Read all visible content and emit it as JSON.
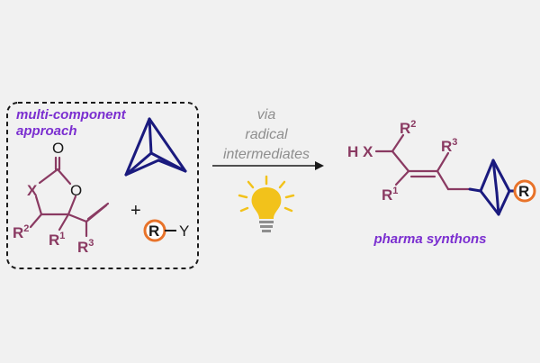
{
  "colors": {
    "background": "#f1f1f1",
    "purple": "#7b2fd0",
    "navy": "#1a1a7e",
    "maroon": "#8a3a62",
    "gray": "#8e8e8e",
    "black": "#1a1a1a",
    "orange": "#e8732a",
    "bulb": "#f2c21b"
  },
  "reactants": {
    "heading_line1": "multi-component",
    "heading_line2": "approach",
    "atom_O_carbonyl": "O",
    "atom_O_ring": "O",
    "atom_X": "X",
    "label_R2": "R",
    "sup_R2": "2",
    "label_R1": "R",
    "sup_R1": "1",
    "label_R3": "R",
    "sup_R3": "3",
    "plus": "+",
    "reagent_R": "R",
    "reagent_Y": "Y"
  },
  "conditions": {
    "line1": "via",
    "line2": "radical",
    "line3": "intermediates",
    "icon": "lightbulb-icon"
  },
  "product": {
    "label_HX": "H X",
    "label_R2": "R",
    "sup_R2": "2",
    "label_R3": "R",
    "sup_R3": "3",
    "label_R1": "R",
    "sup_R1": "1",
    "label_R": "R",
    "caption": "pharma synthons"
  }
}
